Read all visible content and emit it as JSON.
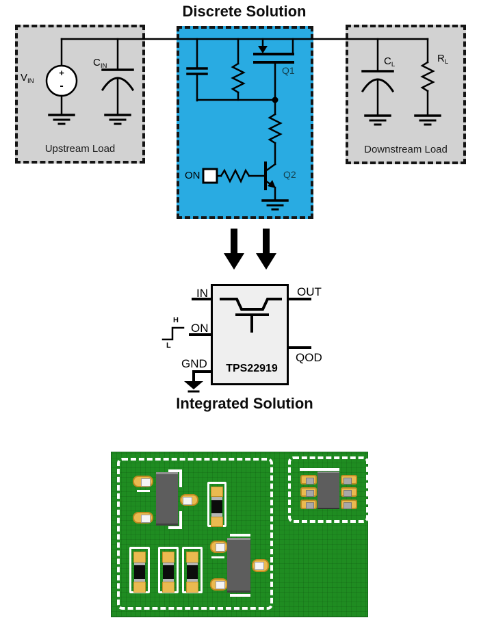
{
  "titles": {
    "discrete_solution": "Discrete Solution",
    "integrated_solution": "Integrated Solution"
  },
  "upstream_load": {
    "caption": "Upstream Load",
    "vin": {
      "base": "V",
      "sub": "IN"
    },
    "cin": {
      "base": "C",
      "sub": "IN"
    },
    "source_plus": "+",
    "source_minus": "-"
  },
  "discrete_circuit": {
    "on_label": "ON",
    "q1_label": "Q1",
    "q2_label": "Q2"
  },
  "downstream_load": {
    "caption": "Downstream Load",
    "cl": {
      "base": "C",
      "sub": "L"
    },
    "rl": {
      "base": "R",
      "sub": "L"
    }
  },
  "ic_block": {
    "part_number": "TPS22919",
    "pin_in": "IN",
    "pin_out": "OUT",
    "pin_on": "ON",
    "pin_gnd": "GND",
    "pin_qod": "QOD",
    "wave_high": "H",
    "wave_low": "L"
  },
  "colors": {
    "highlight_blue": "#29abe2",
    "load_box_gray": "#d2d2d2",
    "transistor_label": "#14404e",
    "pcb_green": "#1f8c21",
    "pad_yellow": "#eaba50",
    "component_body_gray": "#5d5d5d",
    "chip_black": "#0c0c0c",
    "silkscreen_white": "#ffffff"
  }
}
